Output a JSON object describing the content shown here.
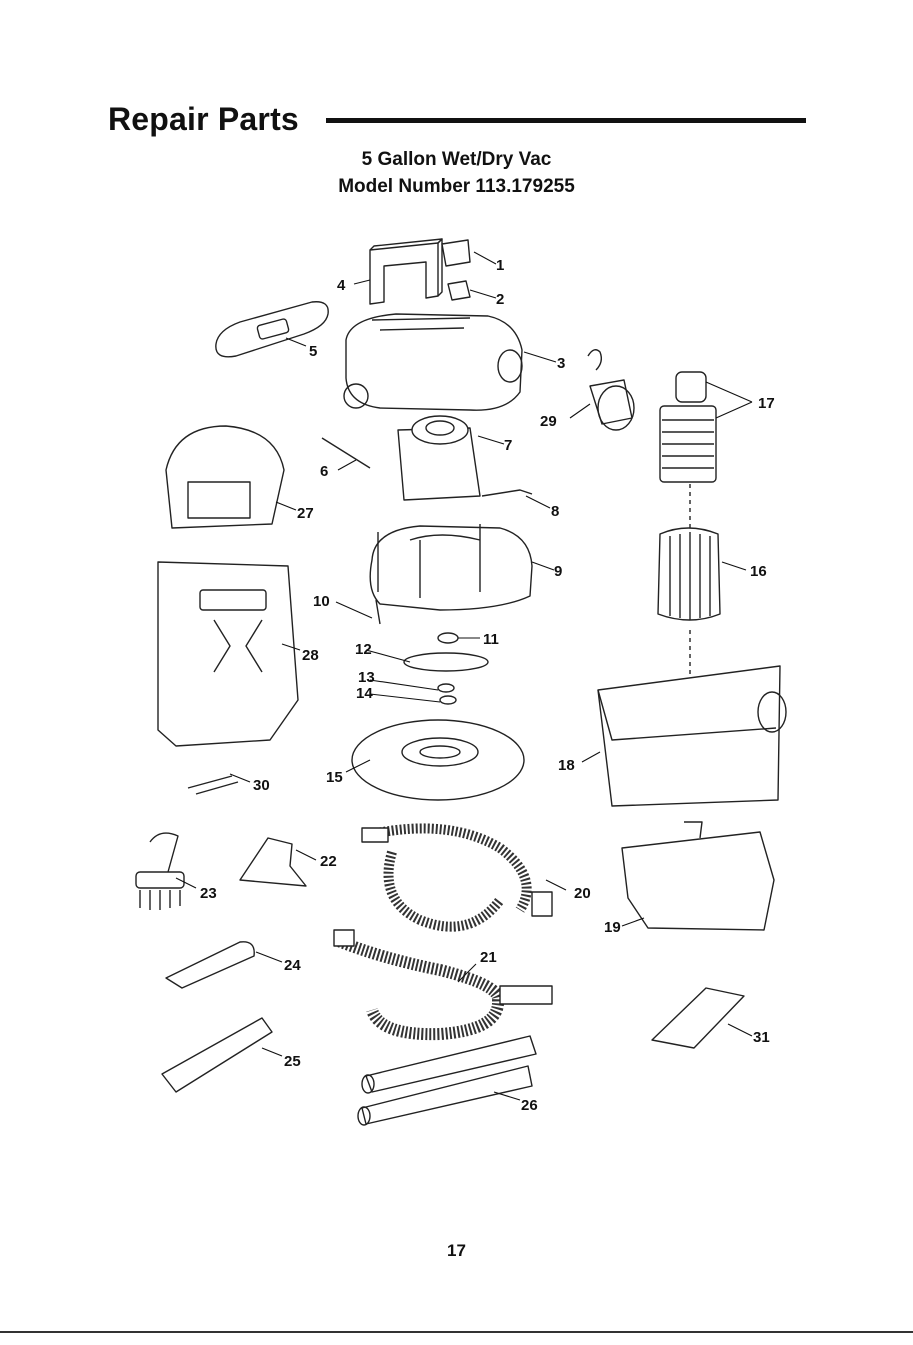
{
  "heading": "Repair Parts",
  "product_line": "5 Gallon Wet/Dry Vac",
  "model_line": "Model Number 113.179255",
  "page_number": "17",
  "part_numbers": [
    "1",
    "2",
    "3",
    "4",
    "5",
    "6",
    "7",
    "8",
    "9",
    "10",
    "11",
    "12",
    "13",
    "14",
    "15",
    "16",
    "17",
    "18",
    "19",
    "20",
    "21",
    "22",
    "23",
    "24",
    "25",
    "26",
    "27",
    "28",
    "29",
    "30",
    "31"
  ]
}
